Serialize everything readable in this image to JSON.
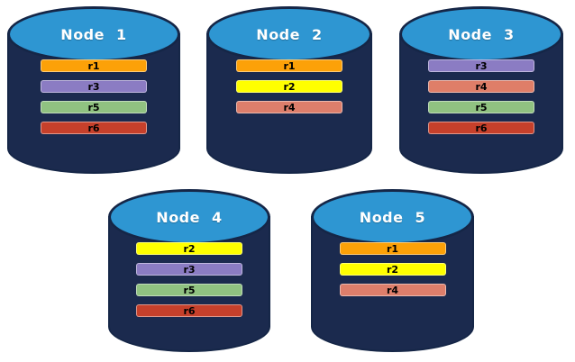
{
  "diagram": {
    "background": "#ffffff",
    "cylinder": {
      "body_color": "#1b2a4e",
      "outline_color": "#152647",
      "top_color": "#2e96d2",
      "title_color": "#ffffff",
      "bar_text_color": "#000000"
    }
  },
  "nodes": [
    {
      "label": "Node 1",
      "replicas": [
        {
          "label": "r1",
          "color": "#fca108"
        },
        {
          "label": "r3",
          "color": "#8b7cc3"
        },
        {
          "label": "r5",
          "color": "#90c281"
        },
        {
          "label": "r6",
          "color": "#c6402b"
        }
      ]
    },
    {
      "label": "Node 2",
      "replicas": [
        {
          "label": "r1",
          "color": "#fca108"
        },
        {
          "label": "r2",
          "color": "#ffff00"
        },
        {
          "label": "r4",
          "color": "#dd7e6b"
        }
      ]
    },
    {
      "label": "Node 3",
      "replicas": [
        {
          "label": "r3",
          "color": "#8b7cc3"
        },
        {
          "label": "r4",
          "color": "#df7e68"
        },
        {
          "label": "r5",
          "color": "#90c281"
        },
        {
          "label": "r6",
          "color": "#c6402b"
        }
      ]
    },
    {
      "label": "Node 4",
      "replicas": [
        {
          "label": "r2",
          "color": "#ffff00"
        },
        {
          "label": "r3",
          "color": "#8b7cc3"
        },
        {
          "label": "r5",
          "color": "#90c281"
        },
        {
          "label": "r6",
          "color": "#c6402b"
        }
      ]
    },
    {
      "label": "Node 5",
      "replicas": [
        {
          "label": "r1",
          "color": "#fca108"
        },
        {
          "label": "r2",
          "color": "#ffff00"
        },
        {
          "label": "r4",
          "color": "#dd7e6b"
        }
      ]
    }
  ]
}
